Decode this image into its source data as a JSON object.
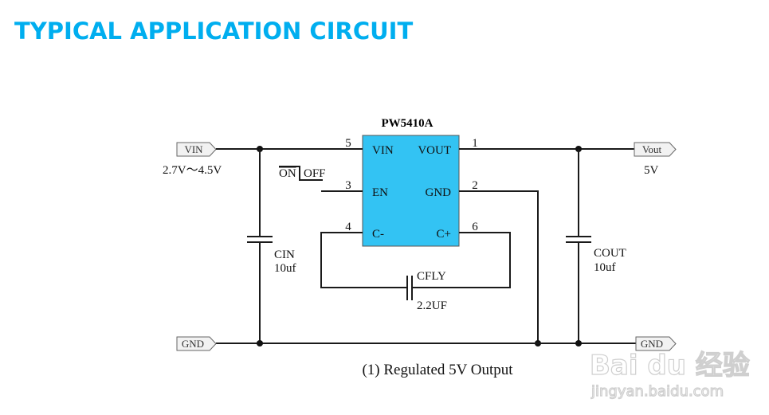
{
  "title": "TYPICAL APPLICATION CIRCUIT",
  "ic": {
    "part_number": "PW5410A",
    "color": "#33c3f3",
    "pins": {
      "vin": {
        "number": "5",
        "label": "VIN"
      },
      "vout": {
        "number": "1",
        "label": "VOUT"
      },
      "en": {
        "number": "3",
        "label": "EN"
      },
      "gnd": {
        "number": "2",
        "label": "GND"
      },
      "cminus": {
        "number": "4",
        "label": "C-"
      },
      "cplus": {
        "number": "6",
        "label": "C+"
      }
    }
  },
  "ports": {
    "vin": {
      "label": "VIN",
      "value": "2.7V～4.5V"
    },
    "vout": {
      "label": "Vout",
      "value": "5V"
    },
    "gnd_left": {
      "label": "GND"
    },
    "gnd_right": {
      "label": "GND"
    }
  },
  "enable_switch": {
    "on_label": "ON",
    "off_label": "OFF"
  },
  "components": {
    "cin": {
      "name": "CIN",
      "value": "10uf"
    },
    "cout": {
      "name": "COUT",
      "value": "10uf"
    },
    "cfly": {
      "name": "CFLY",
      "value": "2.2UF"
    }
  },
  "caption": "(1) Regulated 5V Output",
  "watermark": {
    "brand": "Bai du 经验",
    "url": "jingyan.baidu.com"
  }
}
